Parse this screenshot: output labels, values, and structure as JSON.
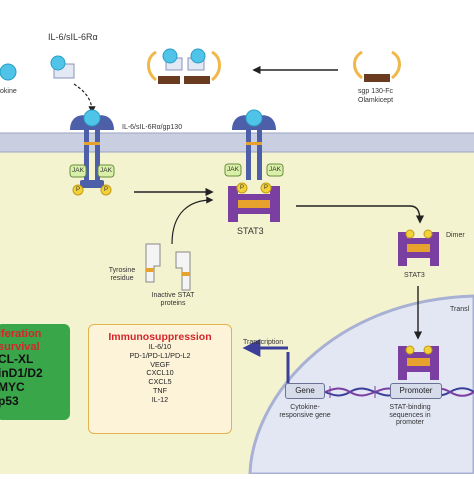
{
  "labels": {
    "ligand": "IL-6/sIL-6Rα",
    "cytokine": "okine",
    "sgp": "sgp 130-Fc",
    "olamkicept": "Olamkicept",
    "receptor": "IL-6/sIL-6Rα/gp130",
    "jak_left": "JAK",
    "jak_right": "JAK",
    "jak_left2": "JAK",
    "jak_right2": "JAK",
    "stat3_center": "STAT3",
    "dimer": "Dimer",
    "stat3_right": "STAT3",
    "translocation": "Transl",
    "tyrosine": "Tyrosine residue",
    "inactive": "Inactive STAT proteins",
    "transcription": "Transcription",
    "gene": "Gene",
    "promoter": "Promoter",
    "cytokine_gene": "Cytokine-responsive gene",
    "stat_binding": "STAT-binding sequences in promoter",
    "p": "P"
  },
  "prolif": {
    "line1": "iferation",
    "line2": "survival",
    "items": [
      "CL-XL",
      "inD1/D2",
      "MYC",
      "p53"
    ]
  },
  "immuno": {
    "title": "Immunosuppression",
    "items": [
      "IL-6/10",
      "PD-1/PD-L1/PD-L2",
      "VEGF",
      "CXCL10",
      "CXCL5",
      "TNF",
      "IL-12"
    ]
  },
  "colors": {
    "membrane": "#c9cfe0",
    "cytoplasm": "#f4f3d0",
    "nucleus": "#e3e7f4",
    "receptor": "#4d5fa8",
    "ligand": "#4fc3e8",
    "stat3": "#7b3fa1",
    "phospho": "#f2d23a",
    "jak": "#d8f0a8",
    "drug": "#6b3b1f",
    "immuno_border": "#e2b34e",
    "prolif_bg": "#3aa64a",
    "title_red": "#d3262b"
  }
}
